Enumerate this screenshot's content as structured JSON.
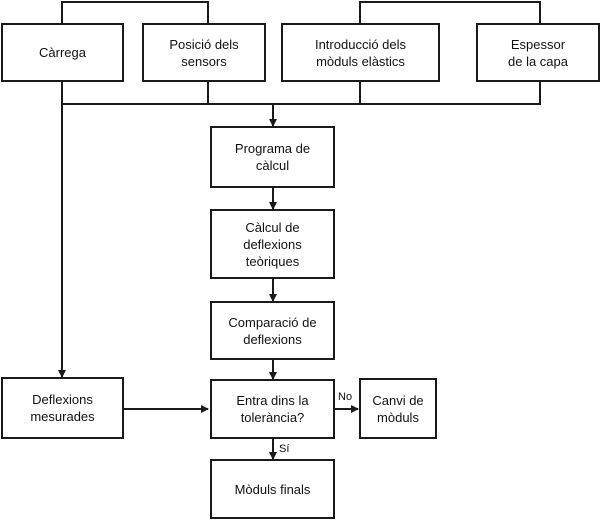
{
  "nodes": {
    "carrega": "Càrrega",
    "posicio": "Posició dels\nsensors",
    "introduccio": "Introducció dels\nmòduls elàstics",
    "espessor": "Espessor\nde la capa",
    "programa": "Programa de\ncàlcul",
    "calcul": "Càlcul de\ndeflexions\nteòriques",
    "comparacio": "Comparació de\ndeflexions",
    "deflexions_mesurades": "Deflexions\nmesurades",
    "entra": "Entra dins la\ntolerància?",
    "canvi": "Canvi de\nmòduls",
    "moduls_finals": "Mòduls finals"
  },
  "edge_labels": {
    "no": "No",
    "si": "Sí"
  }
}
